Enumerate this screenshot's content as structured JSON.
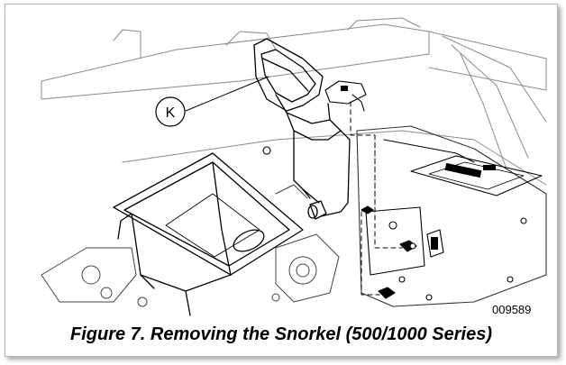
{
  "figure": {
    "callout_label": "K",
    "figure_number": "009589",
    "caption": "Figure 7. Removing the Snorkel (500/1000 Series)"
  }
}
